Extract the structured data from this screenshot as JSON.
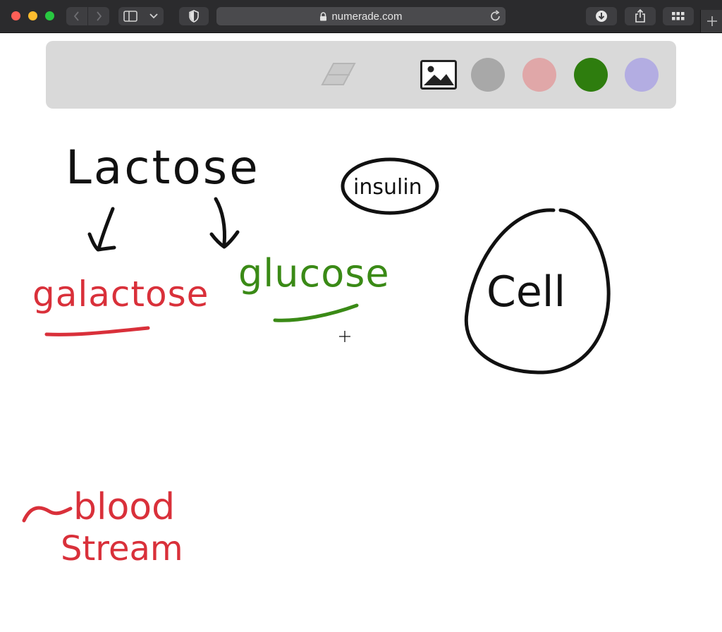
{
  "browser": {
    "url": "numerade.com",
    "icons": [
      "chevron-left-icon",
      "chevron-right-icon",
      "sidebar-icon",
      "chevron-down-icon",
      "shield-icon",
      "lock-icon",
      "reload-icon",
      "download-icon",
      "share-icon",
      "tabs-grid-icon",
      "plus-icon"
    ]
  },
  "toolbar": {
    "tools": [
      "eraser-icon",
      "image-icon"
    ],
    "colors": [
      "#a8a8a8",
      "#e0a7a8",
      "#2e7d0e",
      "#b3ade2"
    ]
  },
  "canvas": {
    "lactose": "Lactose",
    "galactose": "galactose",
    "glucose": "glucose",
    "insulin": "insulin",
    "cell": "Cell",
    "blood": "blood",
    "stream": "Stream",
    "colors": {
      "black": "#111111",
      "red": "#d9303a",
      "green": "#3a8a16"
    }
  }
}
